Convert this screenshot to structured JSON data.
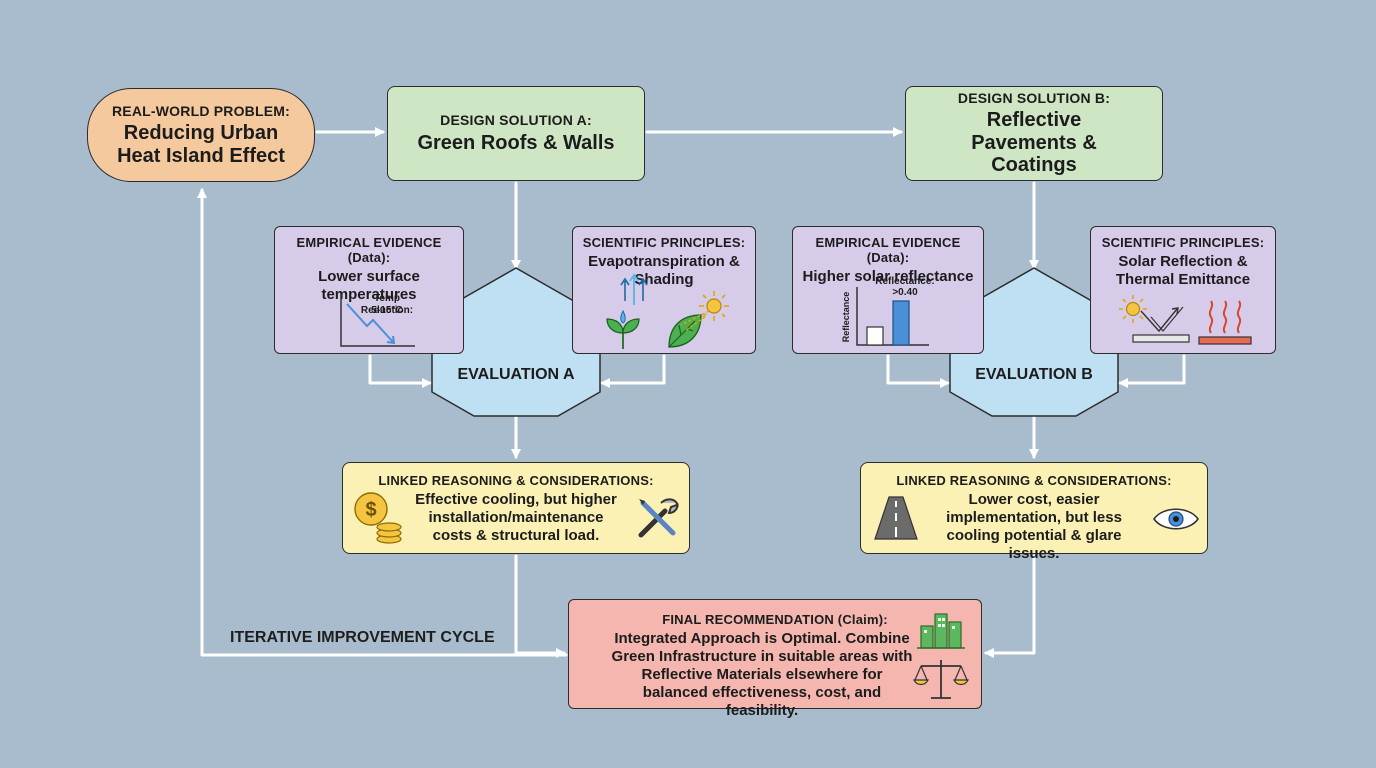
{
  "problem": {
    "heading": "REAL-WORLD PROBLEM:",
    "title": "Reducing Urban Heat Island Effect"
  },
  "solution_a": {
    "heading": "DESIGN SOLUTION A:",
    "title": "Green Roofs & Walls"
  },
  "solution_b": {
    "heading": "DESIGN SOLUTION B:",
    "title": "Reflective Pavements & Coatings"
  },
  "evidence_a": {
    "heading": "EMPIRICAL EVIDENCE (Data):",
    "text": "Lower surface temperatures",
    "chart_label": "Temp Reduction:",
    "chart_value": "5-15°C"
  },
  "principles_a": {
    "heading": "SCIENTIFIC PRINCIPLES:",
    "text": "Evapotranspiration & Shading"
  },
  "evidence_b": {
    "heading": "EMPIRICAL EVIDENCE (Data):",
    "text": "Higher solar reflectance",
    "chart_label": "Reflectance:",
    "chart_value": ">0.40",
    "axis_label": "Reflectance"
  },
  "principles_b": {
    "heading": "SCIENTIFIC PRINCIPLES:",
    "text": "Solar Reflection & Thermal Emittance"
  },
  "evaluation_a": {
    "label": "EVALUATION A"
  },
  "evaluation_b": {
    "label": "EVALUATION B"
  },
  "reasoning_a": {
    "heading": "LINKED REASONING & CONSIDERATIONS:",
    "text": "Effective cooling, but higher installation/maintenance costs & structural load."
  },
  "reasoning_b": {
    "heading": "LINKED REASONING & CONSIDERATIONS:",
    "text": "Lower cost, easier implementation, but less cooling potential & glare issues."
  },
  "final": {
    "heading": "FINAL RECOMMENDATION (Claim):",
    "text": "Integrated Approach is Optimal. Combine Green Infrastructure in suitable areas with Reflective Materials elsewhere for balanced effectiveness, cost, and feasibility."
  },
  "cycle": {
    "label": "ITERATIVE IMPROVEMENT CYCLE"
  },
  "colors": {
    "background": "#a9bccd",
    "problem": "#f5c99e",
    "solution": "#cfe6c4",
    "evidence": "#d6cbe8",
    "evaluation": "#bfe0f2",
    "reasoning": "#fbf1b4",
    "final": "#f4b6ae",
    "connector": "#ffffff"
  },
  "icons": {
    "evidence_a": "trend-down-chart-icon",
    "principles_a": [
      "plant-icon",
      "water-vapor-icon",
      "leaf-icon",
      "sun-icon"
    ],
    "evidence_b": "bar-chart-icon",
    "principles_b": [
      "sun-icon",
      "reflection-icon",
      "heat-waves-icon"
    ],
    "reasoning_a": [
      "coins-icon",
      "tools-icon"
    ],
    "reasoning_b": [
      "road-icon",
      "eye-icon"
    ],
    "final": [
      "city-buildings-icon",
      "balance-scale-icon"
    ]
  }
}
